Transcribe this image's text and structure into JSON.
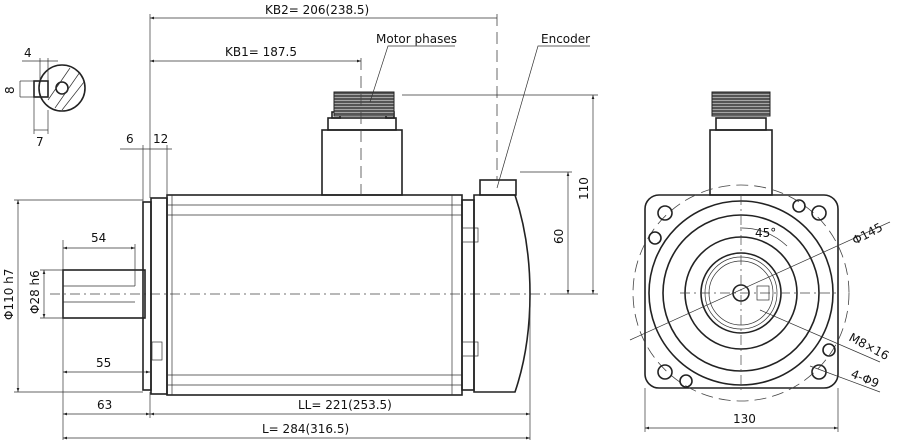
{
  "drawing": {
    "labels": {
      "kb2": "KB2= 206(238.5)",
      "kb1": "KB1= 187.5",
      "motor_phases": "Motor phases",
      "encoder": "Encoder",
      "key_width": "4",
      "key_height": "8",
      "key_depth": "7",
      "flange_6": "6",
      "flange_12": "12",
      "dia_110": "Φ110 h7",
      "dia_28": "Φ28 h6",
      "dim_54": "54",
      "dim_55": "55",
      "dim_63": "63",
      "ll": "LL= 221(253.5)",
      "l": "L= 284(316.5)",
      "dim_110": "110",
      "dim_60": "60",
      "angle_45": "45°",
      "dia_145": "Φ145",
      "thread_m8": "M8×16",
      "holes_4": "4-Φ9",
      "dim_130": "130"
    }
  }
}
